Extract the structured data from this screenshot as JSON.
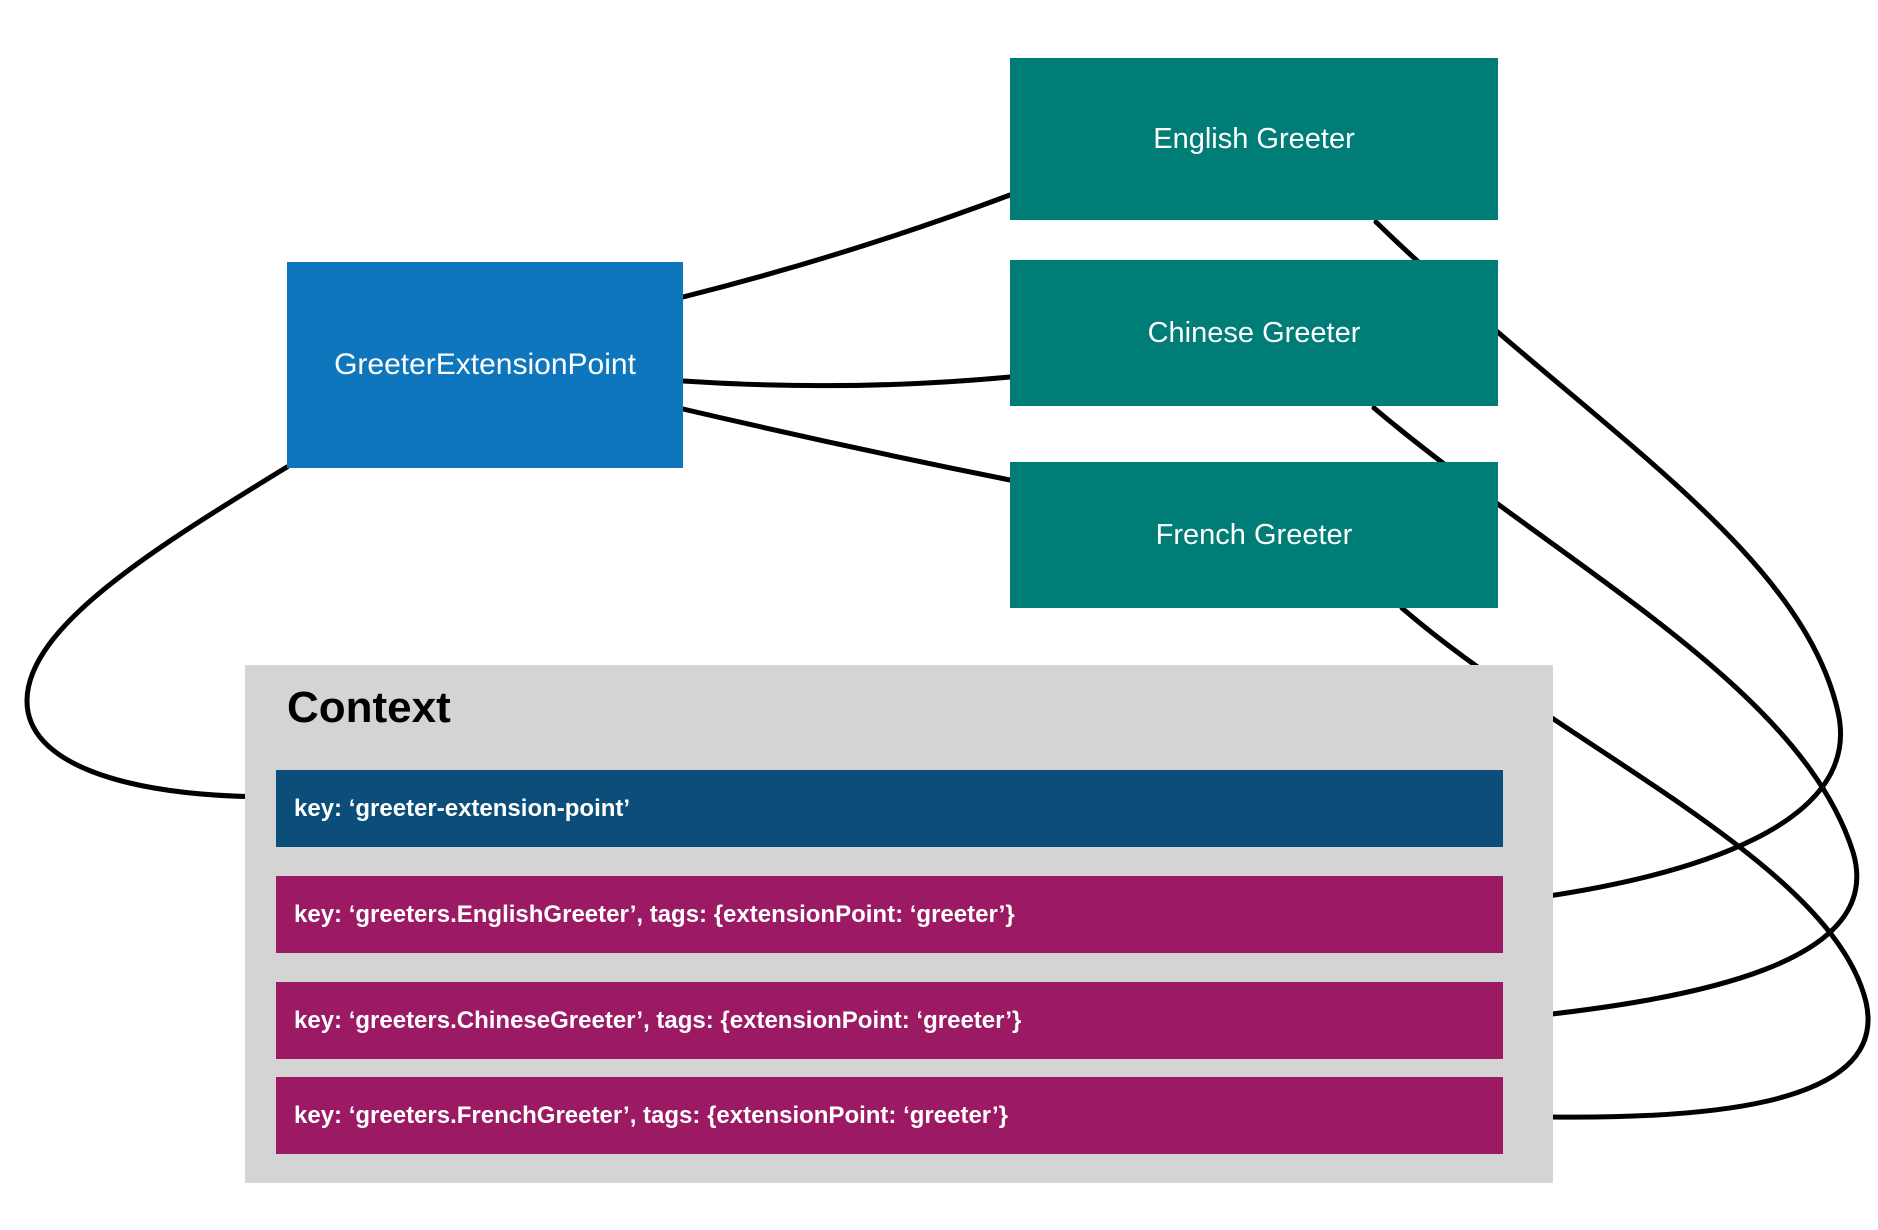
{
  "diagram": {
    "extension_point": {
      "label": "GreeterExtensionPoint"
    },
    "greeters": [
      {
        "label": "English Greeter"
      },
      {
        "label": "Chinese Greeter"
      },
      {
        "label": "French Greeter"
      }
    ],
    "context": {
      "title": "Context",
      "entries": [
        {
          "text": "key: ‘greeter-extension-point’",
          "type": "extension-point-key"
        },
        {
          "text": "key: ‘greeters.EnglishGreeter’, tags: {extensionPoint: ‘greeter’}",
          "type": "greeter-key"
        },
        {
          "text": "key: ‘greeters.ChineseGreeter’, tags: {extensionPoint: ‘greeter’}",
          "type": "greeter-key"
        },
        {
          "text": "key: ‘greeters.FrenchGreeter’, tags: {extensionPoint: ‘greeter’}",
          "type": "greeter-key"
        }
      ]
    },
    "colors": {
      "extension_point_blue": "#0E76BC",
      "greeter_teal": "#007D76",
      "context_key_navy": "#0A4E79",
      "greeter_key_magenta": "#9C1A63",
      "context_gray": "#D4D4D4",
      "connector_black": "#000000"
    }
  }
}
